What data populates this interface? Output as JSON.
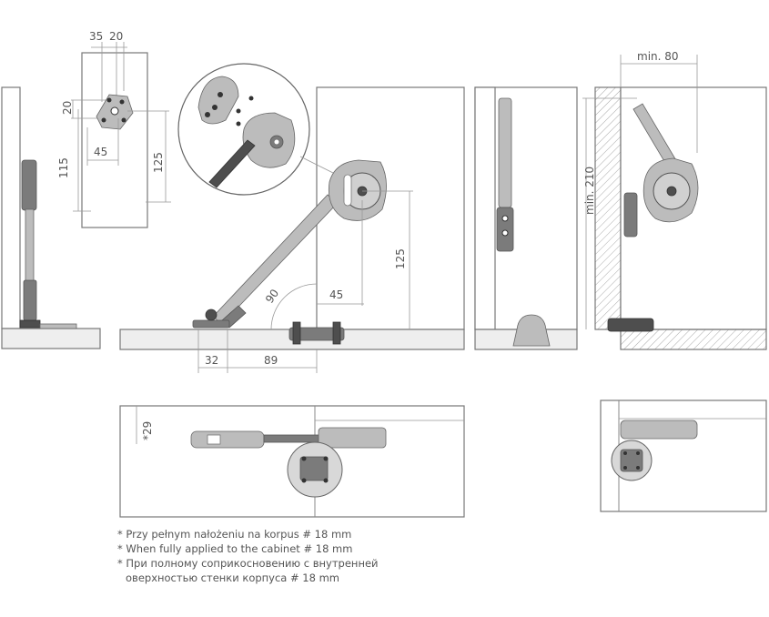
{
  "dimensions": {
    "d35": "35",
    "d20_top": "20",
    "d20_side": "20",
    "d115": "115",
    "d45_small": "45",
    "d125_small": "125",
    "d90": "90",
    "d45": "45",
    "d125": "125",
    "d32": "32",
    "d89": "89",
    "dmin80": "min. 80",
    "dmin210": "min. 210",
    "d29": "*29"
  },
  "notes": [
    "* Przy pełnym nałożeniu na korpus # 18 mm",
    "* When fully applied to the cabinet # 18 mm",
    "* При полному соприкосновению с внутренней",
    "оверхностью стенки корпуса # 18 mm"
  ],
  "colors": {
    "line": "#888888",
    "metal": "#7b7b7b",
    "panel_fill": "#ffffff",
    "shelf_fill": "#eeeeee"
  }
}
